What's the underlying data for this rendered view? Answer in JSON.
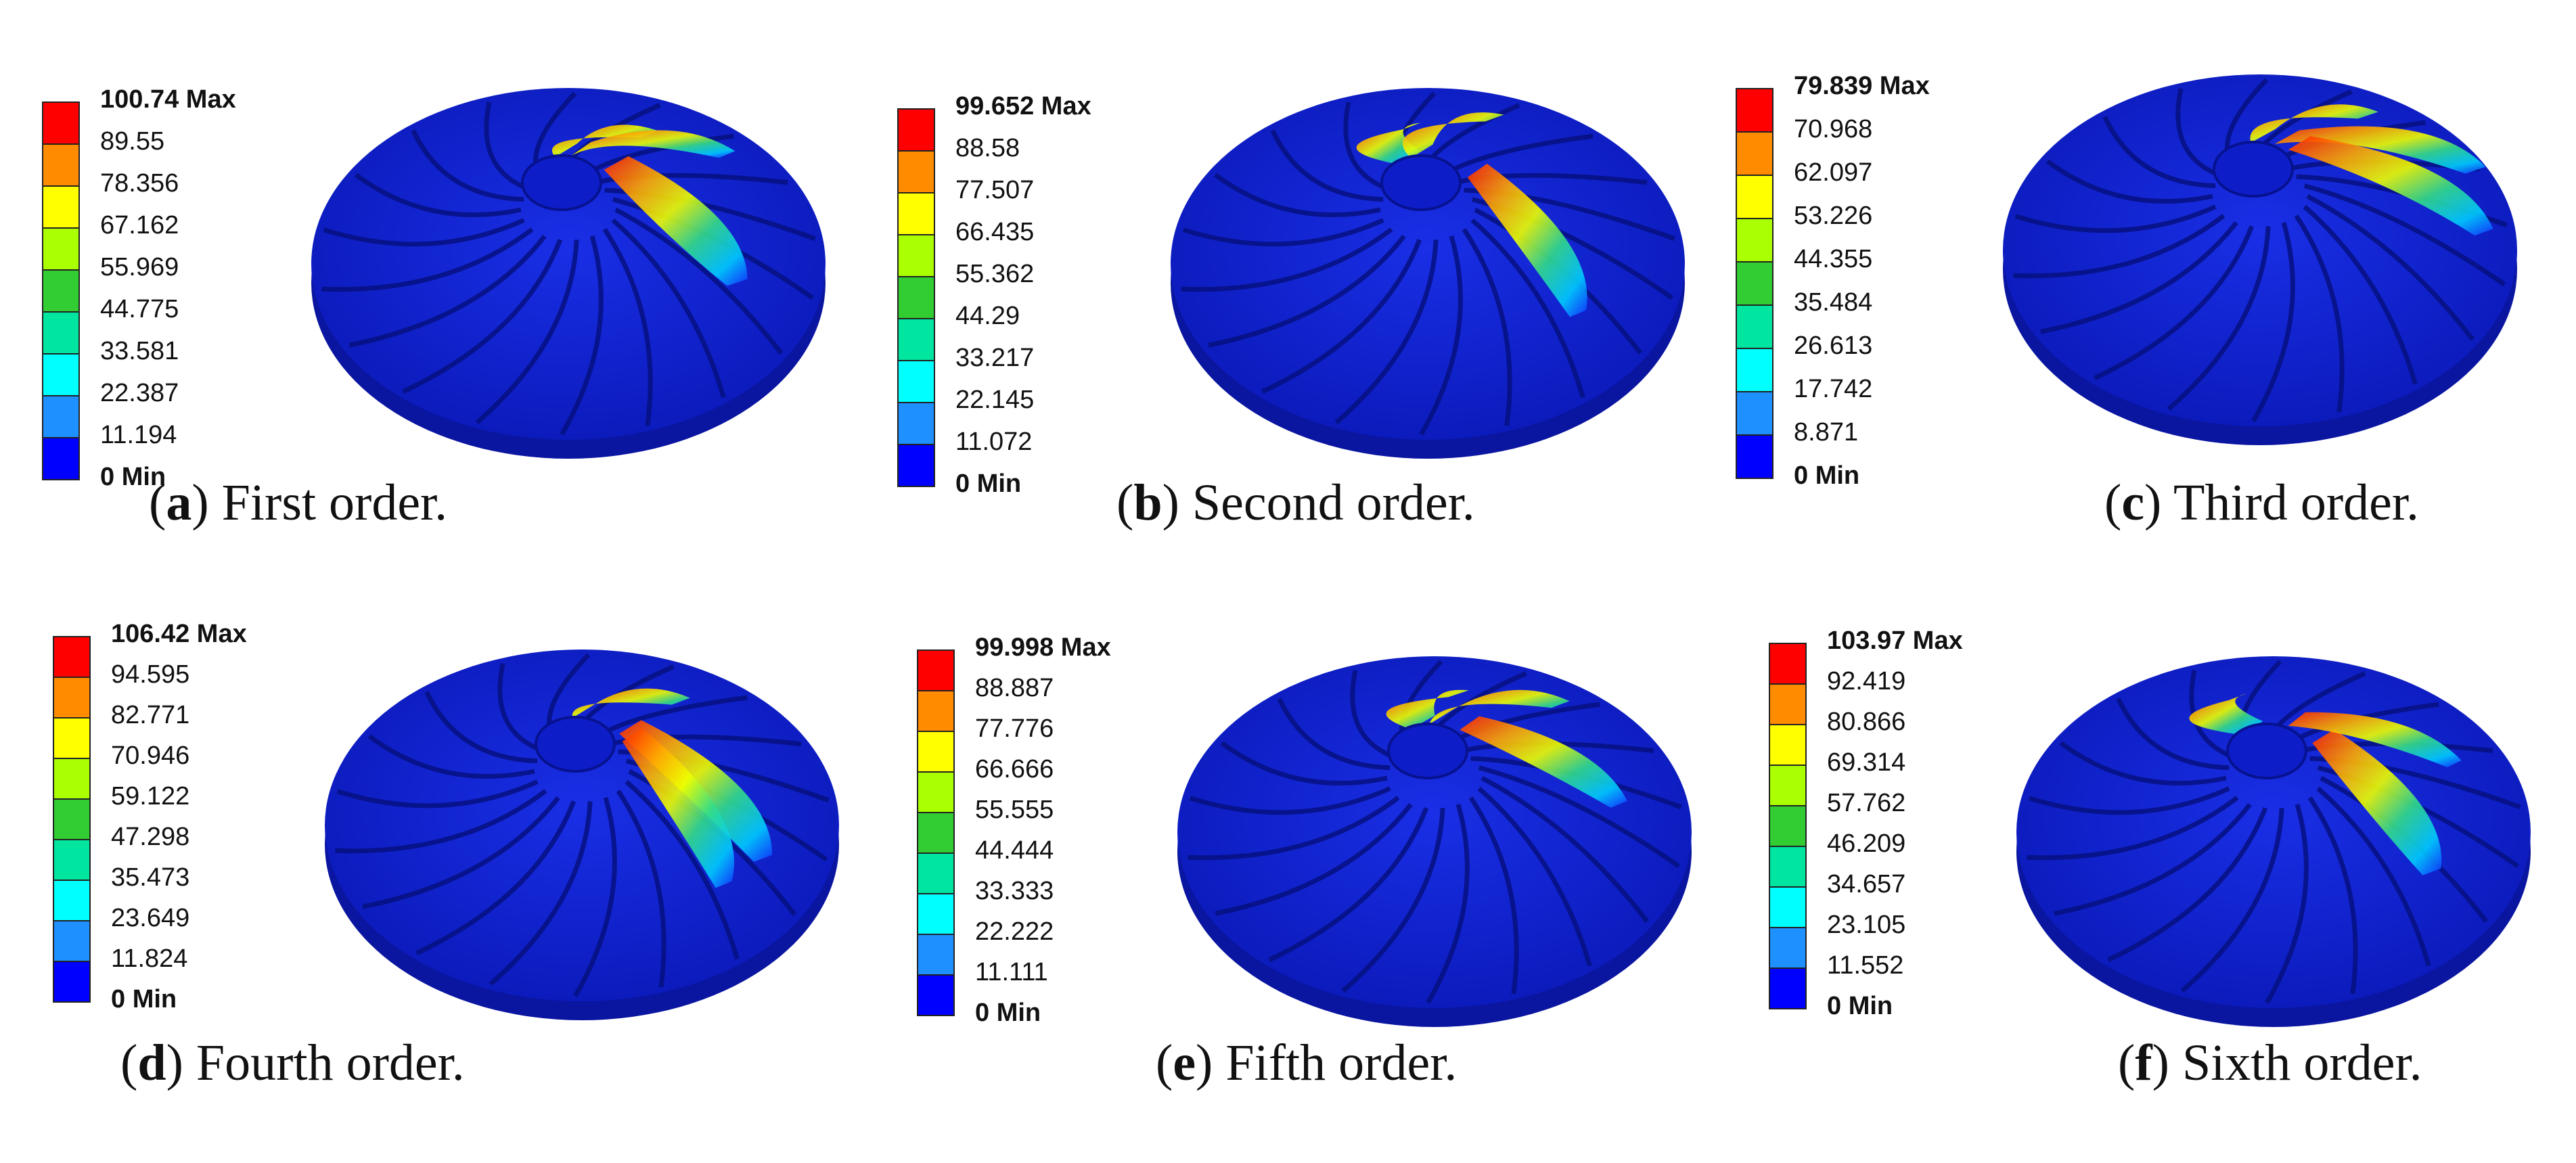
{
  "legend_colors": [
    "#ff0000",
    "#ff8c00",
    "#ffff00",
    "#aaff00",
    "#32cd32",
    "#00e6a0",
    "#00ffff",
    "#1e90ff",
    "#0000ff"
  ],
  "panels": [
    {
      "letter": "a",
      "caption": " First order.",
      "legend": {
        "max": "100.74 Max",
        "values": [
          "89.55",
          "78.356",
          "67.162",
          "55.969",
          "44.775",
          "33.581",
          "22.387",
          "11.194"
        ],
        "min": "0 Min"
      }
    },
    {
      "letter": "b",
      "caption": " Second order.",
      "legend": {
        "max": "99.652 Max",
        "values": [
          "88.58",
          "77.507",
          "66.435",
          "55.362",
          "44.29",
          "33.217",
          "22.145",
          "11.072"
        ],
        "min": "0 Min"
      }
    },
    {
      "letter": "c",
      "caption": " Third order.",
      "legend": {
        "max": "79.839 Max",
        "values": [
          "70.968",
          "62.097",
          "53.226",
          "44.355",
          "35.484",
          "26.613",
          "17.742",
          "8.871"
        ],
        "min": "0 Min"
      }
    },
    {
      "letter": "d",
      "caption": " Fourth order.",
      "legend": {
        "max": "106.42 Max",
        "values": [
          "94.595",
          "82.771",
          "70.946",
          "59.122",
          "47.298",
          "35.473",
          "23.649",
          "11.824"
        ],
        "min": "0 Min"
      }
    },
    {
      "letter": "e",
      "caption": " Fifth order.",
      "legend": {
        "max": "99.998 Max",
        "values": [
          "88.887",
          "77.776",
          "66.666",
          "55.555",
          "44.444",
          "33.333",
          "22.222",
          "11.111"
        ],
        "min": "0 Min"
      }
    },
    {
      "letter": "f",
      "caption": " Sixth order.",
      "legend": {
        "max": "103.97 Max",
        "values": [
          "92.419",
          "80.866",
          "69.314",
          "57.762",
          "46.209",
          "34.657",
          "23.105",
          "11.552"
        ],
        "min": "0 Min"
      }
    }
  ]
}
